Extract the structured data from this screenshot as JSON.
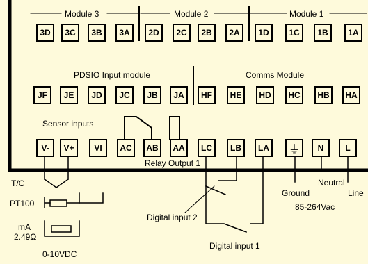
{
  "labels": {
    "module3": "Module 3",
    "module2": "Module 2",
    "module1": "Module 1",
    "pdsio": "PDSIO Input module",
    "comms": "Comms Module",
    "sensor_inputs": "Sensor inputs",
    "relay_output": "Relay Output 1",
    "tc": "T/C",
    "pt100": "PT100",
    "ma": "mA",
    "ma_resistor": "2.49Ω",
    "voltage": "0-10VDC",
    "digital_input_2": "Digital input 2",
    "digital_input_1": "Digital input 1",
    "ground": "Ground",
    "neutral": "Neutral",
    "line": "Line",
    "supply_voltage": "85-264Vac"
  },
  "terminals": {
    "row1": [
      "3D",
      "3C",
      "3B",
      "3A",
      "2D",
      "2C",
      "2B",
      "2A",
      "1D",
      "1C",
      "1B",
      "1A"
    ],
    "row2": [
      "JF",
      "JE",
      "JD",
      "JC",
      "JB",
      "JA",
      "HF",
      "HE",
      "HD",
      "HC",
      "HB",
      "HA"
    ],
    "row3": [
      "V-",
      "V+",
      "VI",
      "AC",
      "AB",
      "AA",
      "LC",
      "LB",
      "LA",
      "⏚",
      "N",
      "L"
    ]
  },
  "icons": {
    "ground_terminal": "ground-icon"
  },
  "colors": {
    "background": "#FEFADB",
    "line": "#000000"
  }
}
